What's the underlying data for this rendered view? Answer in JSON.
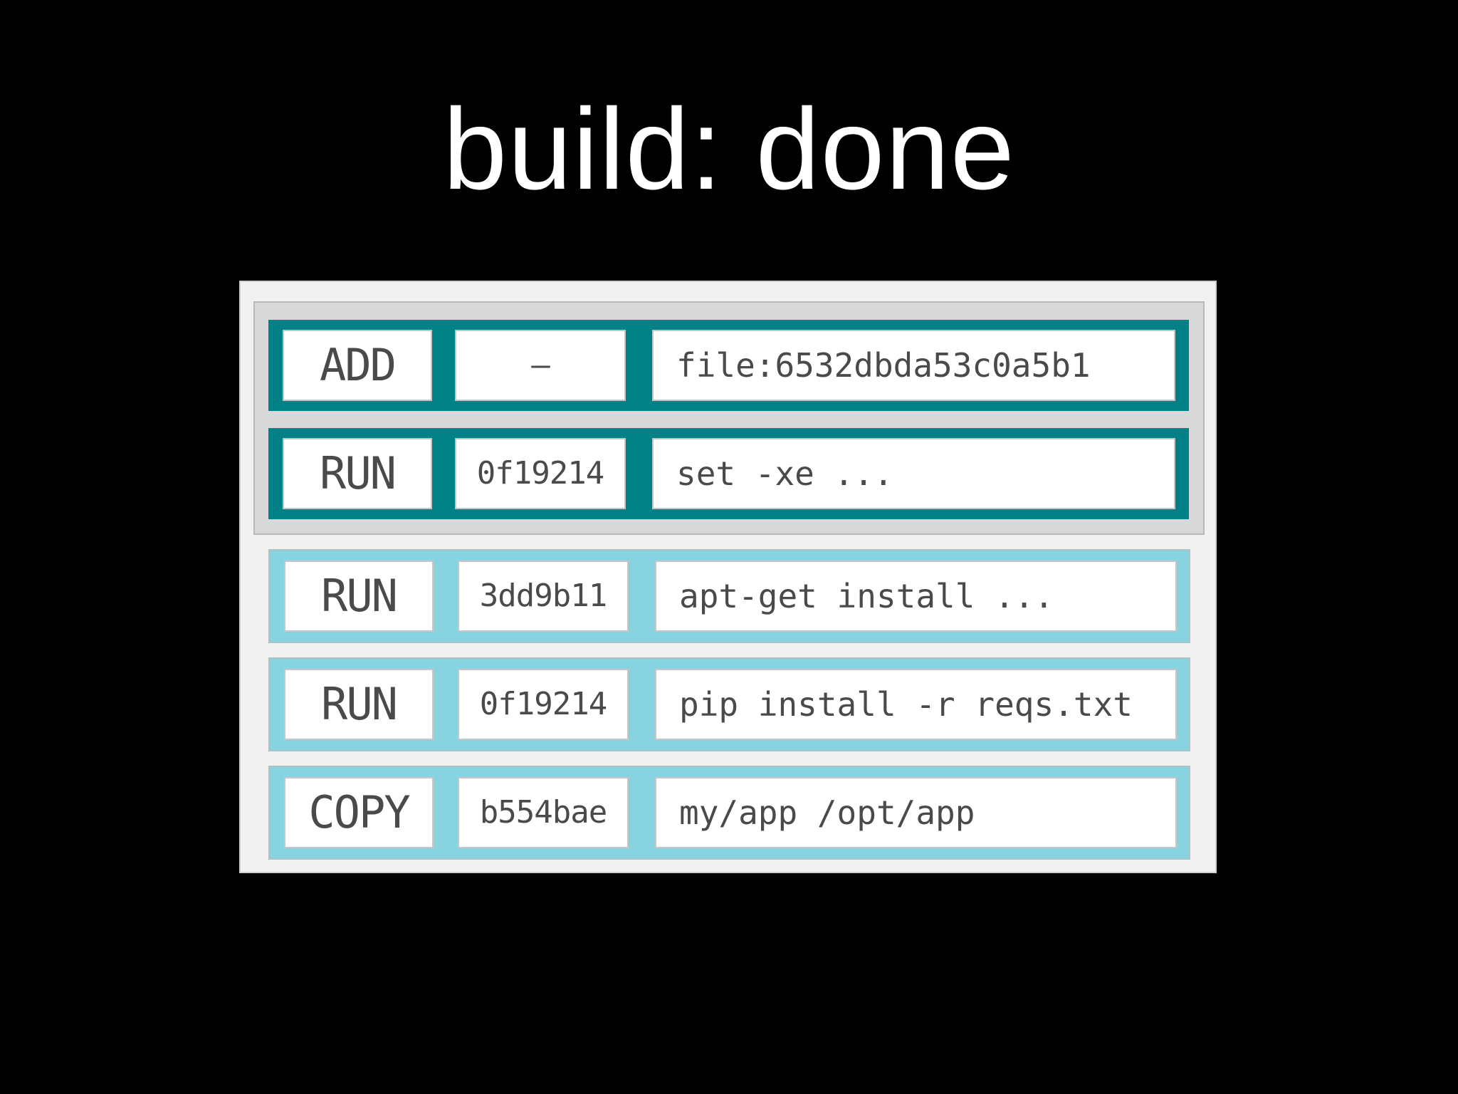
{
  "slide": {
    "title": "build: done"
  },
  "layers": [
    {
      "instruction": "ADD",
      "hash": "–",
      "command": "file:6532dbda53c0a5b1",
      "style": "cached-base"
    },
    {
      "instruction": "RUN",
      "hash": "0f19214",
      "command": "set -xe ...",
      "style": "cached-base"
    },
    {
      "instruction": "RUN",
      "hash": "3dd9b11",
      "command": "apt-get install ...",
      "style": "built"
    },
    {
      "instruction": "RUN",
      "hash": "0f19214",
      "command": "pip install -r reqs.txt",
      "style": "built"
    },
    {
      "instruction": "COPY",
      "hash": "b554bae",
      "command": "my/app /opt/app",
      "style": "built"
    }
  ],
  "colors": {
    "background": "#000000",
    "base_layer": "#008186",
    "built_layer": "#88d3e0",
    "base_group": "#d8d8d8",
    "panel": "#f2f1f2"
  }
}
